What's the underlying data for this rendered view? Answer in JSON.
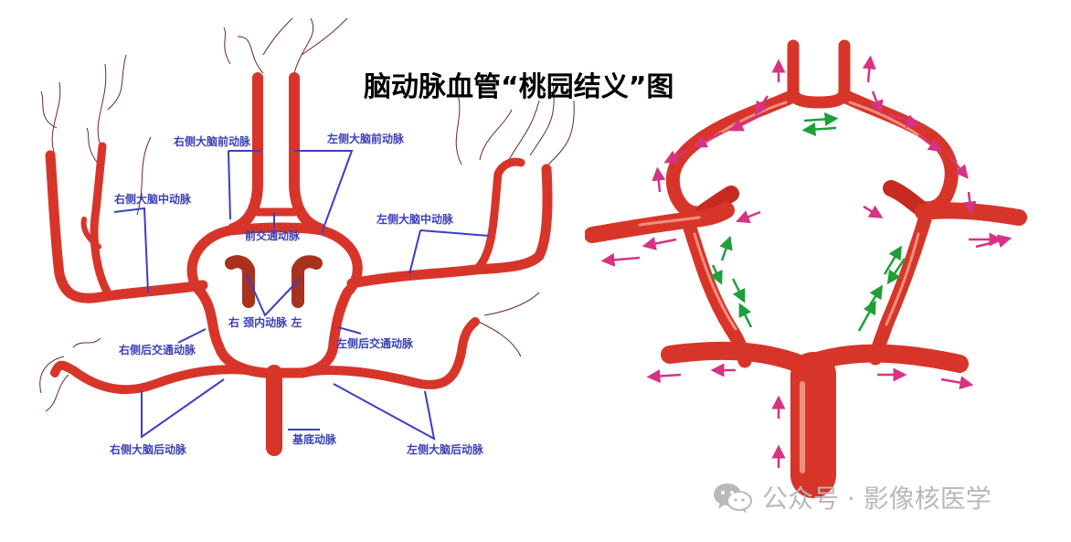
{
  "title": "脑动脉血管“桃园结义”图",
  "labels": {
    "right_aca": "右侧大脑前动脉",
    "left_aca": "左侧大脑前动脉",
    "right_mca": "右侧大脑中动脉",
    "left_mca": "左侧大脑中动脉",
    "acom": "前交通动脉",
    "ica": "右 颈内动脉 左",
    "right_pcom": "右侧后交通动脉",
    "left_pcom": "左侧后交通动脉",
    "right_pca": "右侧大脑后动脉",
    "left_pca": "左侧大脑后动脉",
    "basilar": "基底动脉"
  },
  "watermark": {
    "text": "公众号 · 影像核医学",
    "logo_icon": "wechat-logo"
  },
  "colors": {
    "vessel": "#d8352a",
    "vessel_dark": "#a41c17",
    "vessel_light": "#f09080",
    "label": "#3b3fb6",
    "pointer_line": "#3a3fc0",
    "arrow_pink": "#d63384",
    "arrow_green": "#1f9e3a",
    "watermark": "#b9b9b9"
  }
}
